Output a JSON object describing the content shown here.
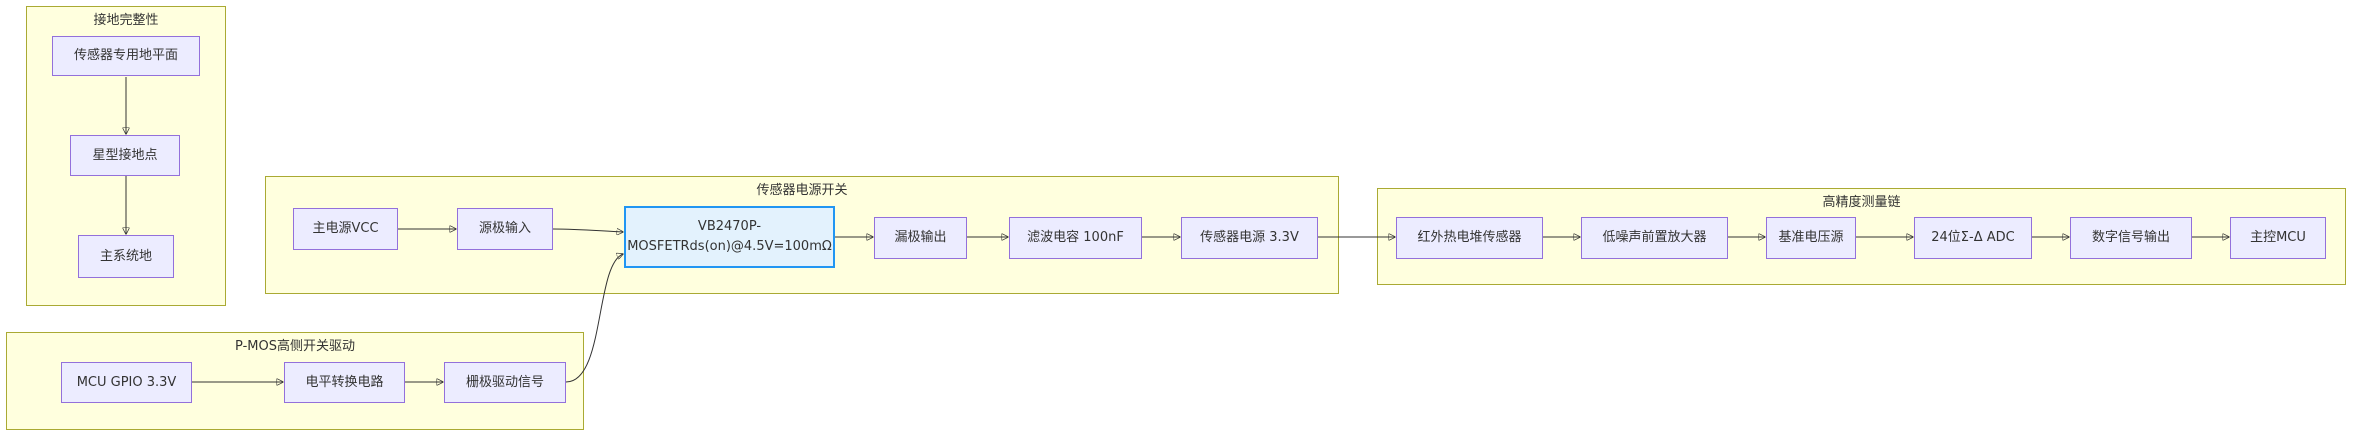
{
  "clusters": {
    "ground": {
      "title": "接地完整性"
    },
    "switch": {
      "title": "传感器电源开关"
    },
    "chain": {
      "title": "高精度测量链"
    },
    "driver": {
      "title": "P-MOS高侧开关驱动"
    }
  },
  "nodes": {
    "sensor_ground_plane": "传感器专用地平面",
    "star_ground_point": "星型接地点",
    "main_system_ground": "主系统地",
    "main_vcc": "主电源VCC",
    "source_input": "源极输入",
    "mosfet_line1": "VB2470P-",
    "mosfet_line2": "MOSFETRds(on)@4.5V=100mΩ",
    "drain_output": "漏极输出",
    "filter_cap": "滤波电容 100nF",
    "sensor_power": "传感器电源 3.3V",
    "ir_thermopile": "红外热电堆传感器",
    "lna": "低噪声前置放大器",
    "vref": "基准电压源",
    "adc": "24位Σ-Δ ADC",
    "digital_out": "数字信号输出",
    "host_mcu": "主控MCU",
    "mcu_gpio": "MCU GPIO 3.3V",
    "level_shift": "电平转换电路",
    "gate_drive": "栅极驱动信号"
  }
}
